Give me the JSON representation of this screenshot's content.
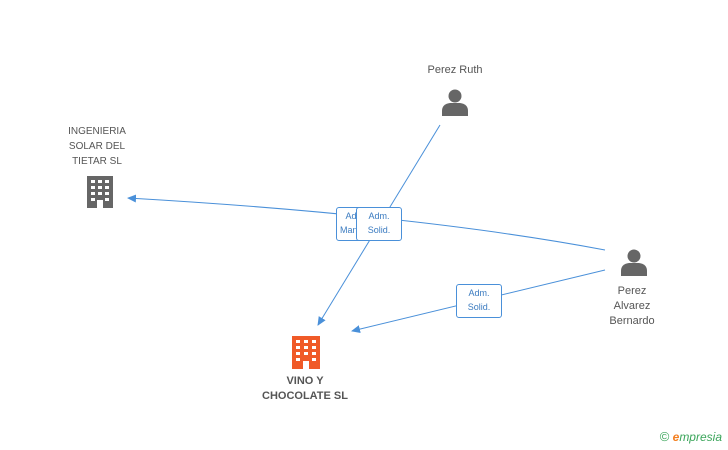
{
  "nodes": {
    "perez_ruth": {
      "label": "Perez Ruth",
      "type": "person"
    },
    "perez_alvarez_bernardo": {
      "label_lines": [
        "Perez",
        "Alvarez",
        "Bernardo"
      ],
      "type": "person"
    },
    "ingenieria_solar": {
      "label_lines": [
        "INGENIERIA",
        "SOLAR DEL",
        "TIETAR SL"
      ],
      "type": "company"
    },
    "vino_chocolate": {
      "label_lines": [
        "VINO Y",
        "CHOCOLATE SL"
      ],
      "type": "company-main"
    }
  },
  "edges": {
    "ruth_to_vino": {
      "label_lines": [
        "Adm.",
        "Mancom."
      ]
    },
    "bernardo_to_ingenieria": {
      "label_lines": [
        "Adm.",
        "Solid."
      ]
    },
    "bernardo_to_vino": {
      "label_lines": [
        "Adm.",
        "Solid."
      ]
    }
  },
  "brand": {
    "copyright": "©",
    "logo_first": "e",
    "logo_rest": "mpresia"
  },
  "colors": {
    "edge": "#4a90d9",
    "person_icon": "#666666",
    "company_icon": "#666666",
    "main_company_icon": "#f05a28"
  }
}
